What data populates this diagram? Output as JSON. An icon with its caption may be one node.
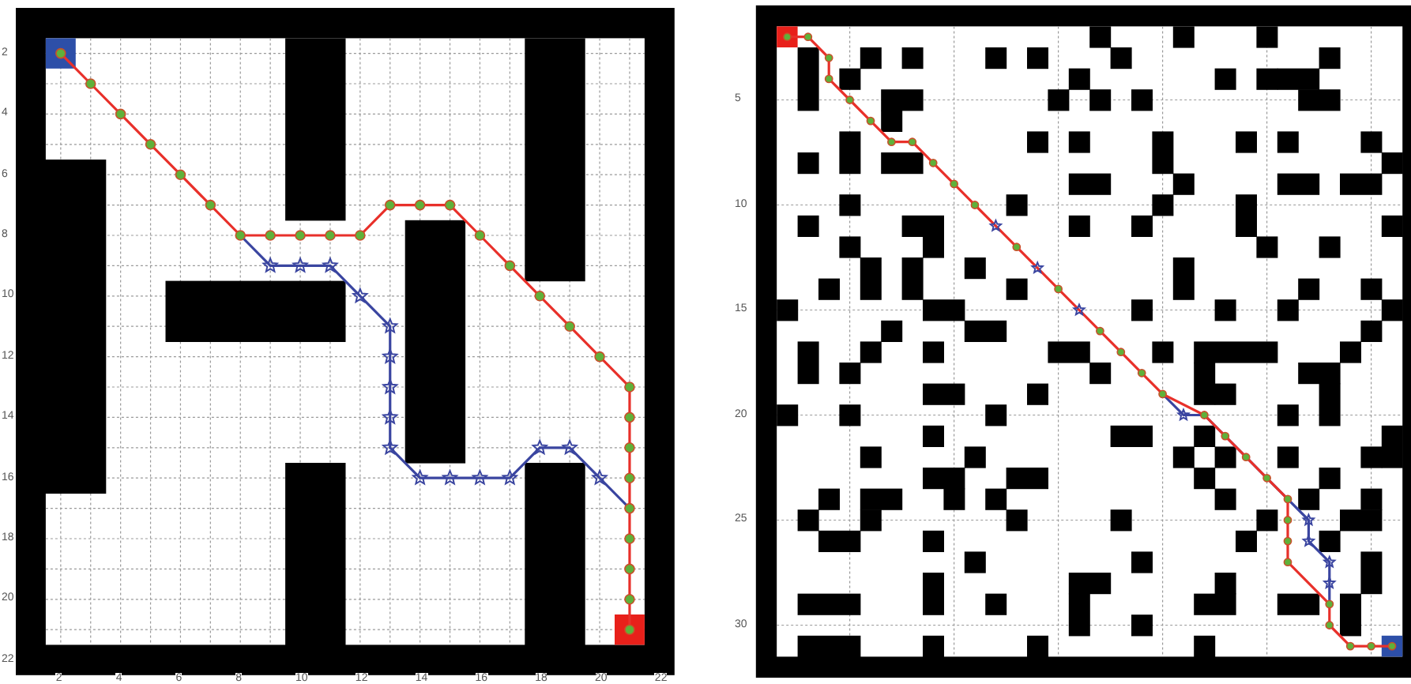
{
  "diagram": {
    "labels": [
      "2",
      "4",
      "6",
      "8",
      "10",
      "12",
      "14",
      "16",
      "18",
      "20",
      "22",
      "2",
      "4",
      "6",
      "8",
      "10",
      "12",
      "14",
      "16",
      "18",
      "20",
      "22",
      "5",
      "10",
      "15",
      "20",
      "25",
      "30"
    ]
  }
}
